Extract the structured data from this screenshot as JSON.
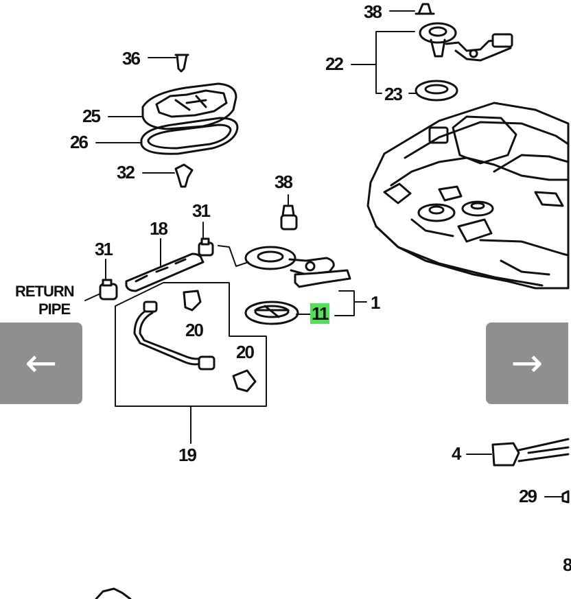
{
  "labels": {
    "l38a": "38",
    "l22": "22",
    "l23": "23",
    "l36": "36",
    "l25": "25",
    "l26": "26",
    "l32": "32",
    "l38b": "38",
    "l31a": "31",
    "l18": "18",
    "l31b": "31",
    "l1": "1",
    "l11": "11",
    "return_line1": "RETURN",
    "return_line2": "PIPE",
    "l20a": "20",
    "l20b": "20",
    "l19": "19",
    "l4": "4",
    "l29": "29",
    "l8": "8"
  },
  "highlight_color": "#52e05a",
  "nav": {
    "prev_icon": "←",
    "next_icon": "→",
    "prev_icon_name": "arrow-left-icon",
    "next_icon_name": "arrow-right-icon"
  }
}
